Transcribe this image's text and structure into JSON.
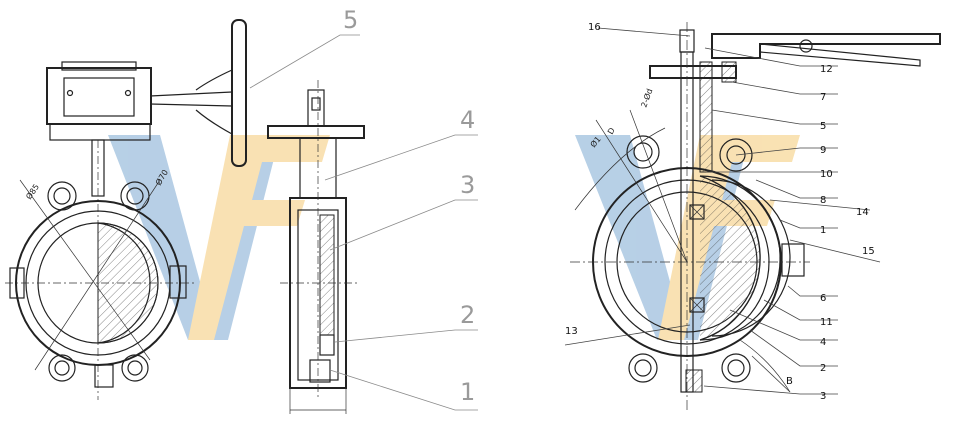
{
  "watermark": {
    "left_letter": "V",
    "right_letter": "F",
    "blue": "#9fc0de",
    "yellow": "#f7d89a"
  },
  "left_figure": {
    "labels": [
      "5",
      "4",
      "3",
      "2",
      "1"
    ],
    "dims": [
      "Ø85",
      "Ø70"
    ]
  },
  "right_figure": {
    "labels": [
      "16",
      "12",
      "7",
      "5",
      "9",
      "10",
      "8",
      "14",
      "1",
      "15",
      "6",
      "11",
      "4",
      "2",
      "3",
      "13",
      "B"
    ],
    "dims": [
      "D",
      "Ø1",
      "2-Ød"
    ]
  }
}
